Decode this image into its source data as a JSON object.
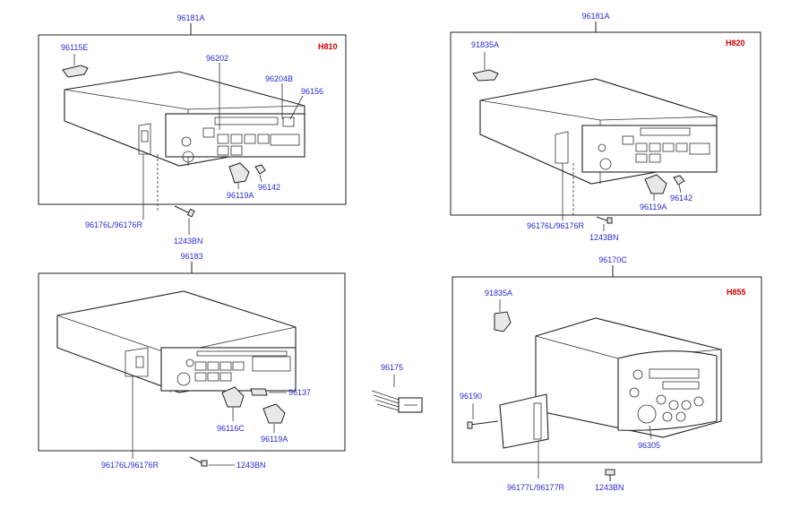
{
  "panels": {
    "h810": {
      "assembly": "96181A",
      "code": "H810",
      "parts": {
        "bracket": "96115E",
        "button_a": "96202",
        "button_b": "96204B",
        "button_c": "96156",
        "knob_small": "96142",
        "knob_large": "96119A",
        "side_bracket": "96176L/96176R",
        "screw": "1243BN"
      }
    },
    "h820": {
      "assembly": "96181A",
      "code": "H820",
      "parts": {
        "bracket": "91835A",
        "knob_small": "96142",
        "knob_large": "96119A",
        "side_bracket": "96176L/96176R",
        "screw": "1243BN"
      }
    },
    "p96183": {
      "assembly": "96183",
      "parts": {
        "knob_bar": "96137",
        "knob_round": "96116C",
        "knob_large": "96119A",
        "side_bracket": "96176L/96176R",
        "screw": "1243BN"
      }
    },
    "harness": {
      "part": "96175"
    },
    "h855": {
      "assembly": "96170C",
      "code": "H855",
      "parts": {
        "bracket": "91835A",
        "screw_a": "96190",
        "unit": "96305",
        "side_bracket": "96177L/96177R",
        "screw_b": "1243BN"
      }
    }
  }
}
